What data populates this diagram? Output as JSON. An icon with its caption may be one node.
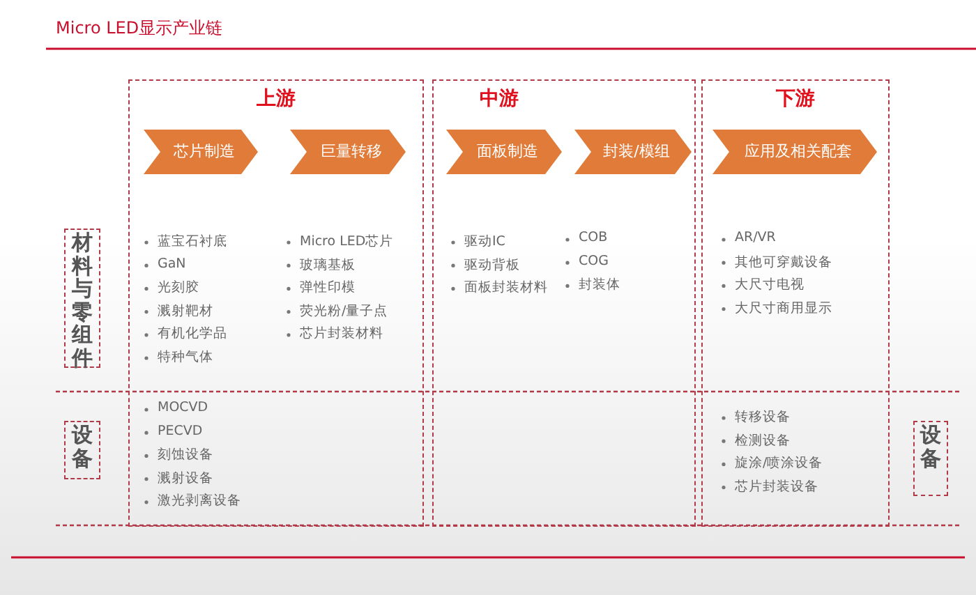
{
  "diagram": {
    "title": "Micro LED显示产业链",
    "nodes": [
      {
        "text": [
          "上游"
        ]
      },
      {
        "text": [
          "中游"
        ]
      },
      {
        "text": [
          "下游"
        ]
      },
      {
        "text": [
          "芯片制造"
        ],
        "in": 0
      },
      {
        "text": [
          "巨量转移"
        ],
        "in": 0
      },
      {
        "text": [
          "面板制造"
        ],
        "in": 1
      },
      {
        "text": [
          "封装/模组"
        ],
        "in": 1
      },
      {
        "text": [
          "应用及相关配套"
        ],
        "in": 2
      },
      {
        "text": [
          "材料与零组件"
        ]
      },
      {
        "text": [
          "设备"
        ]
      },
      {
        "text": [
          "设备"
        ]
      }
    ],
    "labels": [
      "蓝宝石衬底",
      "GaN",
      "光刻胶",
      "溅射靶材",
      "有机化学品",
      "特种气体",
      "Micro LED芯片",
      "玻璃基板",
      "弹性印模",
      "荧光粉/量子点",
      "芯片封装材料",
      "驱动IC",
      "驱动背板",
      "面板封装材料",
      "COB",
      "COG",
      "封装体",
      "AR/VR",
      "其他可穿戴设备",
      "大尺寸电视",
      "大尺寸商用显示",
      "MOCVD",
      "PECVD",
      "刻蚀设备",
      "溅射设备",
      "激光剥离设备",
      "转移设备",
      "检测设备",
      "旋涂/喷涂设备",
      "芯片封装设备"
    ]
  }
}
